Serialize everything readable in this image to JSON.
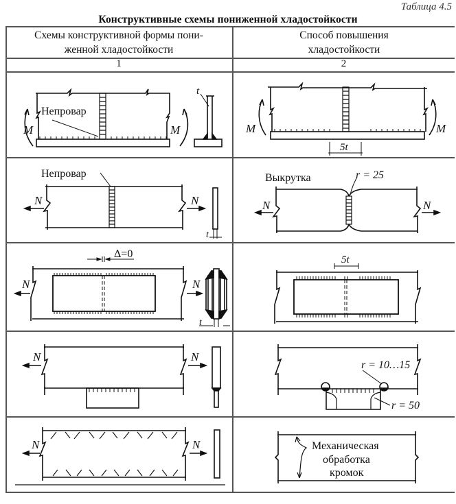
{
  "table_number": "Таблица 4.5",
  "title": "Конструктивные схемы пониженной хладостойкости",
  "columns": [
    {
      "header_line1": "Схемы конструктивной формы пони-",
      "header_line2": "женной хладостойкости",
      "number": "1"
    },
    {
      "header_line1": "Способ повышения",
      "header_line2": "хладостойкости",
      "number": "2"
    }
  ],
  "rows": [
    {
      "left": {
        "label": "Непровар",
        "load": "M",
        "thickness": "t"
      },
      "right": {
        "load": "M",
        "dimension": "5t"
      }
    },
    {
      "left": {
        "label": "Непровар",
        "load": "N",
        "thickness": "t"
      },
      "right": {
        "label": "Выкрутка",
        "radius": "r = 25",
        "load": "N"
      }
    },
    {
      "left": {
        "gap": "Δ=0",
        "load": "N",
        "thickness": "t"
      },
      "right": {
        "dimension": "5t"
      }
    },
    {
      "left": {
        "load": "N"
      },
      "right": {
        "radius_small": "r = 10…15",
        "radius_large": "r = 50"
      }
    },
    {
      "left": {
        "load": "N"
      },
      "right": {
        "label_line1": "Механическая",
        "label_line2": "обработка",
        "label_line3": "кромок"
      }
    }
  ]
}
